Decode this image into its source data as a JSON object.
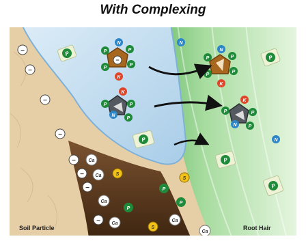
{
  "title": "With Complexing",
  "labels": {
    "soil_particle": "Soil Particle",
    "root_hair": "Root Hair"
  },
  "ions": {
    "phosphorus": "P",
    "nitrogen": "N",
    "potassium": "K",
    "sulfur": "S",
    "calcium": "Ca",
    "negative_charge": "−"
  },
  "colors": {
    "soil": "#e4cda6",
    "water": "#cde3f2",
    "root": "#8fcf8f",
    "organic_matter": "#5a3a1f",
    "phosphorus": "#1e8a3a",
    "nitrogen": "#2d86c8",
    "potassium": "#e0452a",
    "sulfur": "#f2c21a",
    "calcium": "#ffffff",
    "complex_brown": "#a8671e",
    "complex_gray": "#555a60",
    "arrow": "#111111"
  }
}
